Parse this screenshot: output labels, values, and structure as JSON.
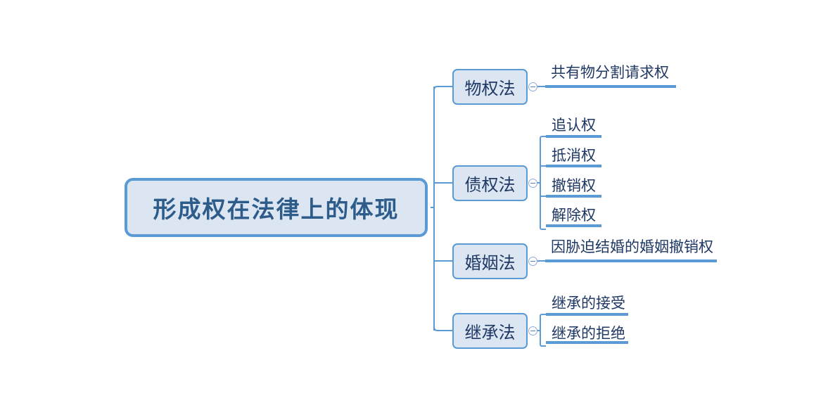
{
  "diagram": {
    "type": "mind-map",
    "title": "形成权在法律上的体现",
    "colors": {
      "node_fill": "#dce6f2",
      "node_border": "#5b9bd5",
      "root_text": "#2e5c8a",
      "node_text": "#1f3864",
      "connector": "#5b9bd5",
      "background": "#ffffff"
    },
    "root": {
      "label": "形成权在法律上的体现"
    },
    "branches": [
      {
        "label": "物权法",
        "toggle_icon": "collapse-minus-icon",
        "children": [
          {
            "label": "共有物分割请求权"
          }
        ]
      },
      {
        "label": "债权法",
        "toggle_icon": "collapse-minus-icon",
        "children": [
          {
            "label": "追认权"
          },
          {
            "label": "抵消权"
          },
          {
            "label": "撤销权"
          },
          {
            "label": "解除权"
          }
        ]
      },
      {
        "label": "婚姻法",
        "toggle_icon": "collapse-minus-icon",
        "children": [
          {
            "label": "因胁迫结婚的婚姻撤销权"
          }
        ]
      },
      {
        "label": "继承法",
        "toggle_icon": "collapse-minus-icon",
        "children": [
          {
            "label": "继承的接受"
          },
          {
            "label": "继承的拒绝"
          }
        ]
      }
    ]
  }
}
